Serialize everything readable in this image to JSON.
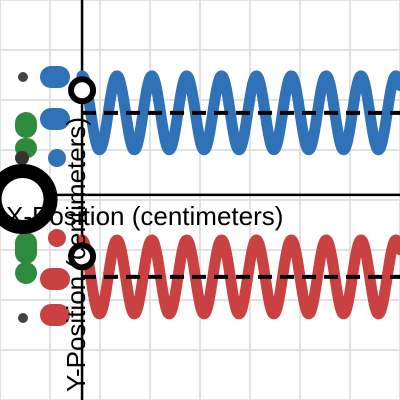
{
  "chart_data": {
    "type": "line",
    "xlabel": "X-Position (centimeters)",
    "ylabel": "Y-Position (centimeters)",
    "grid": true,
    "x_range": [
      -2,
      7.75
    ],
    "y_range": [
      -5,
      4.75
    ],
    "colors": {
      "blue_wave": "#2f72b8",
      "red_wave": "#c94141",
      "green_slider": "#2e8b3e",
      "axis": "#000000",
      "grid": "#d9d9d9"
    },
    "series": [
      {
        "color": "blue",
        "equilibrium_y": 2,
        "amplitude": 0.9,
        "wavelength": 0.85,
        "x_start": 0,
        "x_end": 7.75
      },
      {
        "color": "red",
        "equilibrium_y": -2,
        "amplitude": 0.9,
        "wavelength": 0.85,
        "x_start": 0,
        "x_end": 7.75
      }
    ],
    "markers": [
      {
        "type": "open-circle",
        "x": 0,
        "y": 2.55
      },
      {
        "type": "open-circle",
        "x": 0,
        "y": -1.5
      },
      {
        "type": "large-open-circle",
        "x": -1.45,
        "y": -0.1
      }
    ],
    "dashed_guides": [
      {
        "y": 2,
        "x_start": 0,
        "x_end": 7.75
      },
      {
        "y": -2,
        "x_start": 0,
        "x_end": 7.75
      }
    ]
  }
}
